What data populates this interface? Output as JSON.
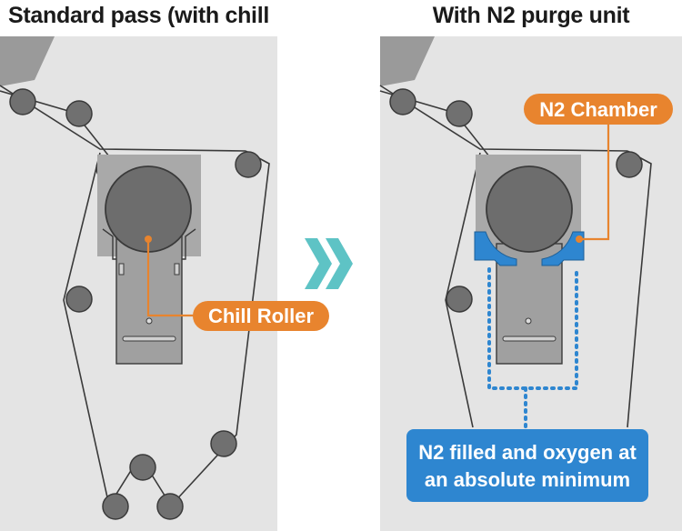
{
  "left_panel": {
    "title": "Standard pass (with chill roller)",
    "callout": "Chill Roller"
  },
  "right_panel": {
    "title": "With N2 purge unit",
    "callout": "N2 Chamber",
    "note_line1": "N2 filled and oxygen at",
    "note_line2": "an absolute minimum"
  },
  "colors": {
    "panel_bg": "#e4e4e4",
    "orange": "#e8842e",
    "blue": "#2e86d0",
    "teal": "#5ec3c5",
    "roller_gray": "#6d6d6d"
  },
  "icons": {
    "arrow": "double-chevron-right-icon"
  }
}
